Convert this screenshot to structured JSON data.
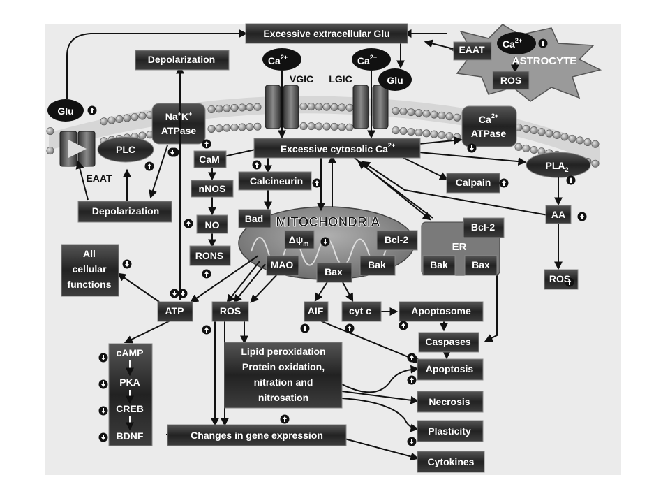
{
  "nodes": {
    "excessive_glu": "Excessive extracellular Glu",
    "depolarization_top": "Depolarization",
    "ca_vgic": "Ca",
    "ca_lgic": "Ca",
    "ca_astro": "Ca",
    "ca_atpase": "Ca",
    "sup_2plus": "2+",
    "vgic": "VGIC",
    "lgic": "LGIC",
    "glu_release": "Glu",
    "eaat_astro": "EAAT",
    "astrocyte": "ASTROCYTE",
    "ros_astro": "ROS",
    "glu_left": "Glu",
    "na_k_atpase_line1": "Na",
    "na_k_atpase_k": "K",
    "sup_plus": "+",
    "na_k_atpase_line2": "ATPase",
    "plc": "PLC",
    "eaat_left": "EAAT",
    "depolarization_bottom": "Depolarization",
    "excessive_cytosolic_ca": "Excessive cytosolic Ca",
    "ca_atpase_line2": "ATPase",
    "pla": "PLA",
    "sub_2": "2",
    "cam": "CaM",
    "calcineurin": "Calcineurin",
    "nnos": "nNOS",
    "no": "NO",
    "rons": "RONS",
    "calpain": "Calpain",
    "bad": "Bad",
    "mitochondria": "MITOCHONDRIA",
    "delta_psi": "Δψ",
    "sub_m": "m",
    "bcl2_mito": "Bcl-2",
    "mao": "MAO",
    "bax_mito": "Bax",
    "bak_mito": "Bak",
    "er": "ER",
    "bcl2_er": "Bcl-2",
    "bak_er": "Bak",
    "bax_er": "Bax",
    "aa": "AA",
    "ros_aa": "ROS",
    "all_cellular_line1": "All",
    "all_cellular_line2": "cellular",
    "all_cellular_line3": "functions",
    "atp": "ATP",
    "ros_main": "ROS",
    "aif": "AIF",
    "cyt_c": "cyt c",
    "apoptosome": "Apoptosome",
    "caspases": "Caspases",
    "lipid_line1": "Lipid peroxidation",
    "lipid_line2": "Protein oxidation,",
    "lipid_line3": "nitration and",
    "lipid_line4": "nitrosation",
    "camp": "cAMP",
    "pka": "PKA",
    "creb": "CREB",
    "bdnf": "BDNF",
    "gene_expression": "Changes in gene expression",
    "apoptosis": "Apoptosis",
    "necrosis": "Necrosis",
    "plasticity": "Plasticity",
    "cytokines": "Cytokines"
  },
  "colors": {
    "panel_bg": "#ebebeb",
    "box_fill": "#2b2b2b",
    "box_edge": "#777777",
    "mito_fill": "#8a8a8a",
    "er_fill": "#7a7a7a",
    "membrane_bead": "#a8a8a8",
    "channel_fill": "#555555"
  }
}
